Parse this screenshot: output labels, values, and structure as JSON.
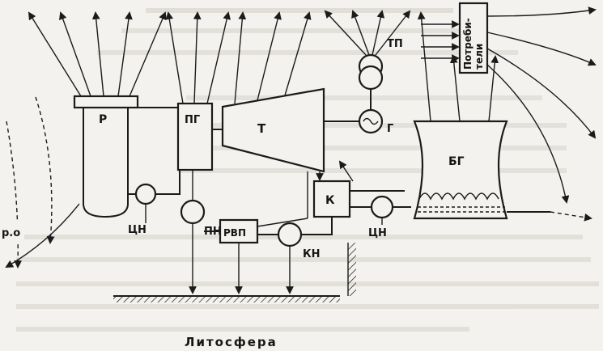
{
  "labels": {
    "reactor": "Р",
    "steam_generator": "ПГ",
    "turbine": "Т",
    "transformer": "ТП",
    "generator": "Г",
    "condenser": "К",
    "cooling_tower": "БГ",
    "circulation_pump_left": "ЦН",
    "circulation_pump_right": "ЦН",
    "feed_pump": "ПН",
    "regenerative_heater": "РВП",
    "condensate_pump": "КН",
    "consumers": "Потреби-\nтели",
    "left_edge_text": "р.о",
    "lithosphere": "Литосфера"
  },
  "colors": {
    "ink": "#1b1b1b",
    "paper": "#f4f2ee",
    "faint_text": "#b9b6b0"
  }
}
